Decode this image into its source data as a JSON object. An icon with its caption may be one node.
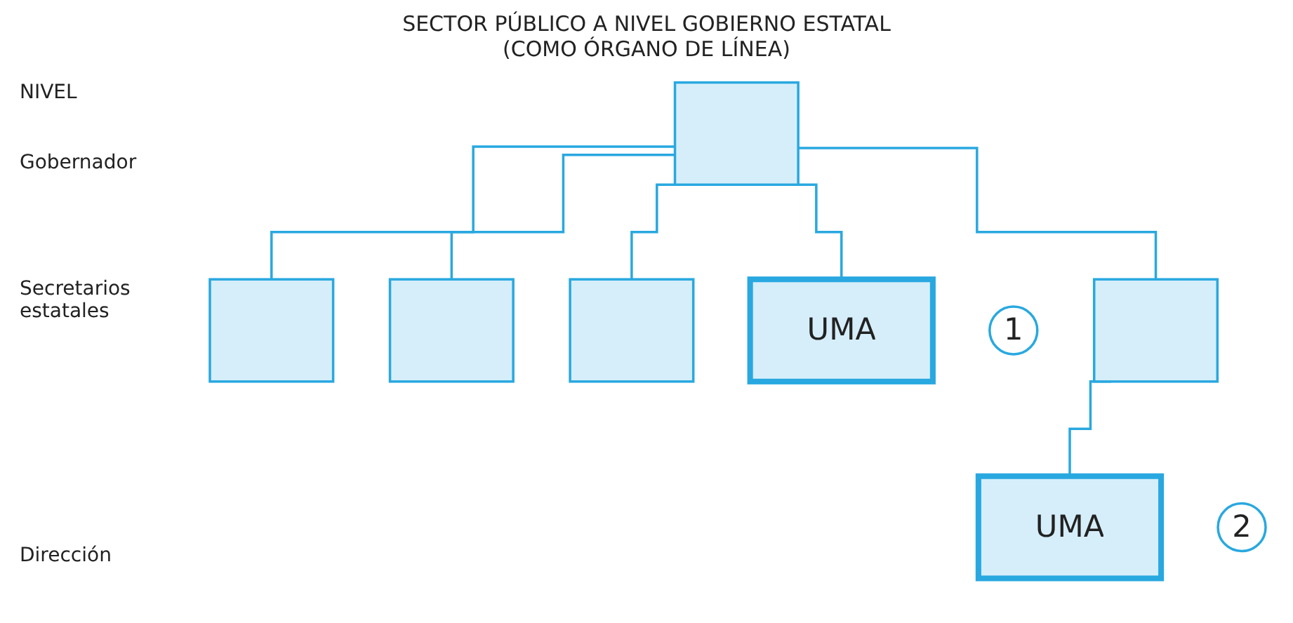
{
  "diagram": {
    "title": "SECTOR PÚBLICO A NIVEL GOBIERNO ESTATAL (COMO ÓRGANO DE LÍNEA)",
    "nodes": [
      {
        "text": [],
        "shape": "box"
      },
      {
        "text": [],
        "shape": "box"
      },
      {
        "text": [],
        "shape": "box"
      },
      {
        "text": [],
        "shape": "box"
      },
      {
        "text": [
          "UMA"
        ]
      },
      {
        "text": [
          "1"
        ]
      },
      {
        "text": [],
        "shape": "box"
      },
      {
        "text": [
          "UMA"
        ]
      },
      {
        "text": [
          "2"
        ]
      }
    ],
    "edges": [
      {
        "from": 0,
        "to": 1,
        "arrow": "none"
      },
      {
        "from": 0,
        "to": 2,
        "arrow": "none"
      },
      {
        "from": 0,
        "to": 3,
        "arrow": "none"
      },
      {
        "from": 0,
        "to": 4,
        "arrow": "none"
      },
      {
        "from": 0,
        "to": 6,
        "arrow": "none"
      },
      {
        "from": 6,
        "to": 7,
        "arrow": "none"
      }
    ],
    "labels": [
      "NIVEL",
      "Gobernador",
      "Secretarios estatales",
      "Dirección"
    ]
  }
}
